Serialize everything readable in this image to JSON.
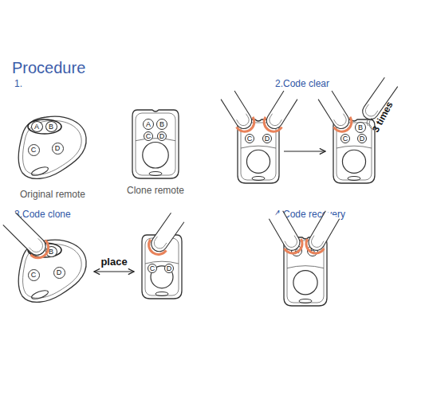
{
  "diagram": {
    "title": "Procedure",
    "nodes": [
      {
        "text": [
          "Original remote"
        ]
      },
      {
        "text": [
          "A"
        ],
        "in": 0
      },
      {
        "text": [
          "B"
        ],
        "in": 0
      },
      {
        "text": [
          "C"
        ],
        "in": 0
      },
      {
        "text": [
          "D"
        ],
        "in": 0
      },
      {
        "text": [
          "Clone remote"
        ]
      },
      {
        "text": [
          "A"
        ],
        "in": 5
      },
      {
        "text": [
          "B"
        ],
        "in": 5
      },
      {
        "text": [
          "C"
        ],
        "in": 5
      },
      {
        "text": [
          "D"
        ],
        "in": 5
      },
      {
        "text": []
      },
      {
        "text": [
          "C"
        ],
        "in": 10
      },
      {
        "text": [
          "D"
        ],
        "in": 10
      },
      {
        "text": []
      },
      {
        "text": [
          "B"
        ],
        "in": 13
      },
      {
        "text": [
          "C"
        ],
        "in": 13
      },
      {
        "text": [
          "D"
        ],
        "in": 13
      },
      {
        "text": []
      },
      {
        "text": [
          "B"
        ],
        "in": 17
      },
      {
        "text": [
          "C"
        ],
        "in": 17
      },
      {
        "text": [
          "D"
        ],
        "in": 17
      },
      {
        "text": []
      },
      {
        "text": [
          "C"
        ],
        "in": 21
      },
      {
        "text": [
          "D"
        ],
        "in": 21
      },
      {
        "text": []
      },
      {
        "text": [
          "A"
        ],
        "in": 24
      },
      {
        "text": [
          "B"
        ],
        "in": 24
      }
    ],
    "edges": [
      {
        "from": 10,
        "to": 13,
        "arrow": "to"
      },
      {
        "from": 17,
        "to": 21,
        "label": "place",
        "arrow": "both"
      }
    ],
    "labels": [
      "1.",
      "2.Code clear",
      "3 times",
      "3.Code clone",
      "4.Code recovery"
    ]
  }
}
